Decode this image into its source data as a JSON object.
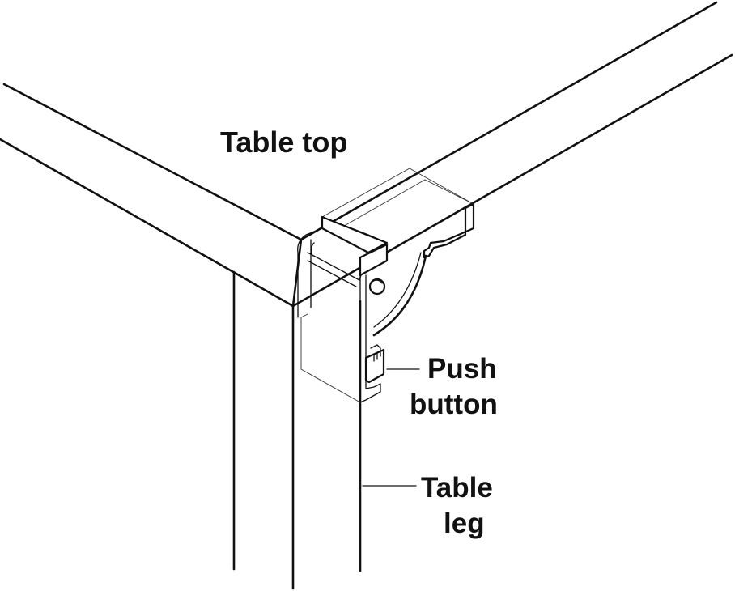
{
  "labels": {
    "table_top": "Table top",
    "push_button_line1": "Push",
    "push_button_line2": "button",
    "table_leg_line1": "Table",
    "table_leg_line2": "leg"
  },
  "colors": {
    "line": "#111111",
    "background": "#ffffff"
  }
}
